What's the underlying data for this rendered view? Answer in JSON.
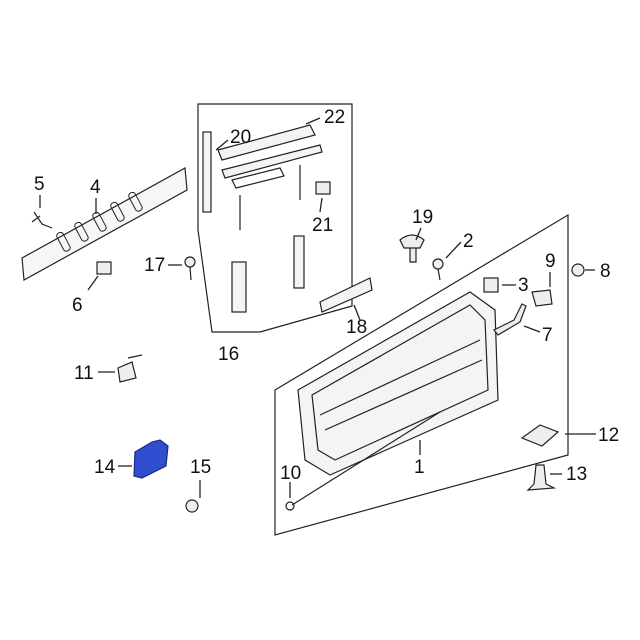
{
  "callouts": [
    "1",
    "2",
    "3",
    "4",
    "5",
    "6",
    "7",
    "8",
    "9",
    "10",
    "11",
    "12",
    "13",
    "14",
    "15",
    "16",
    "17",
    "18",
    "19",
    "20",
    "21",
    "22"
  ],
  "colors": {
    "highlight": "#2f4fd0",
    "line": "#222222"
  }
}
